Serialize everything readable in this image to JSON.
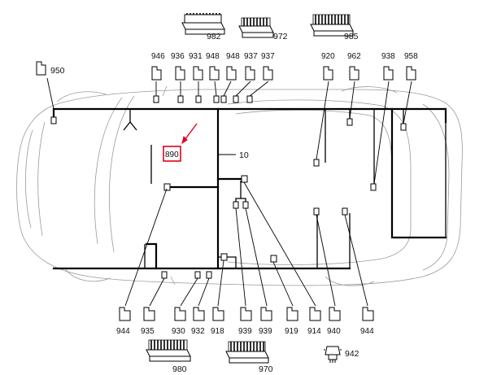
{
  "diagram": {
    "type": "wiring-harness-location",
    "highlight": {
      "label": "890",
      "color": "#e3001b"
    },
    "connector_strips_top": [
      "982",
      "972",
      "985"
    ],
    "connector_strips_bottom": [
      "980",
      "970"
    ],
    "relay_label": "942",
    "left_label": "950",
    "harness_label": "10",
    "top_row_labels": [
      "946",
      "936",
      "931",
      "948",
      "948",
      "937",
      "937",
      "920",
      "962",
      "938",
      "958"
    ],
    "bottom_row_labels": [
      "944",
      "935",
      "930",
      "932",
      "918",
      "939",
      "939",
      "919",
      "914",
      "940",
      "944"
    ]
  }
}
